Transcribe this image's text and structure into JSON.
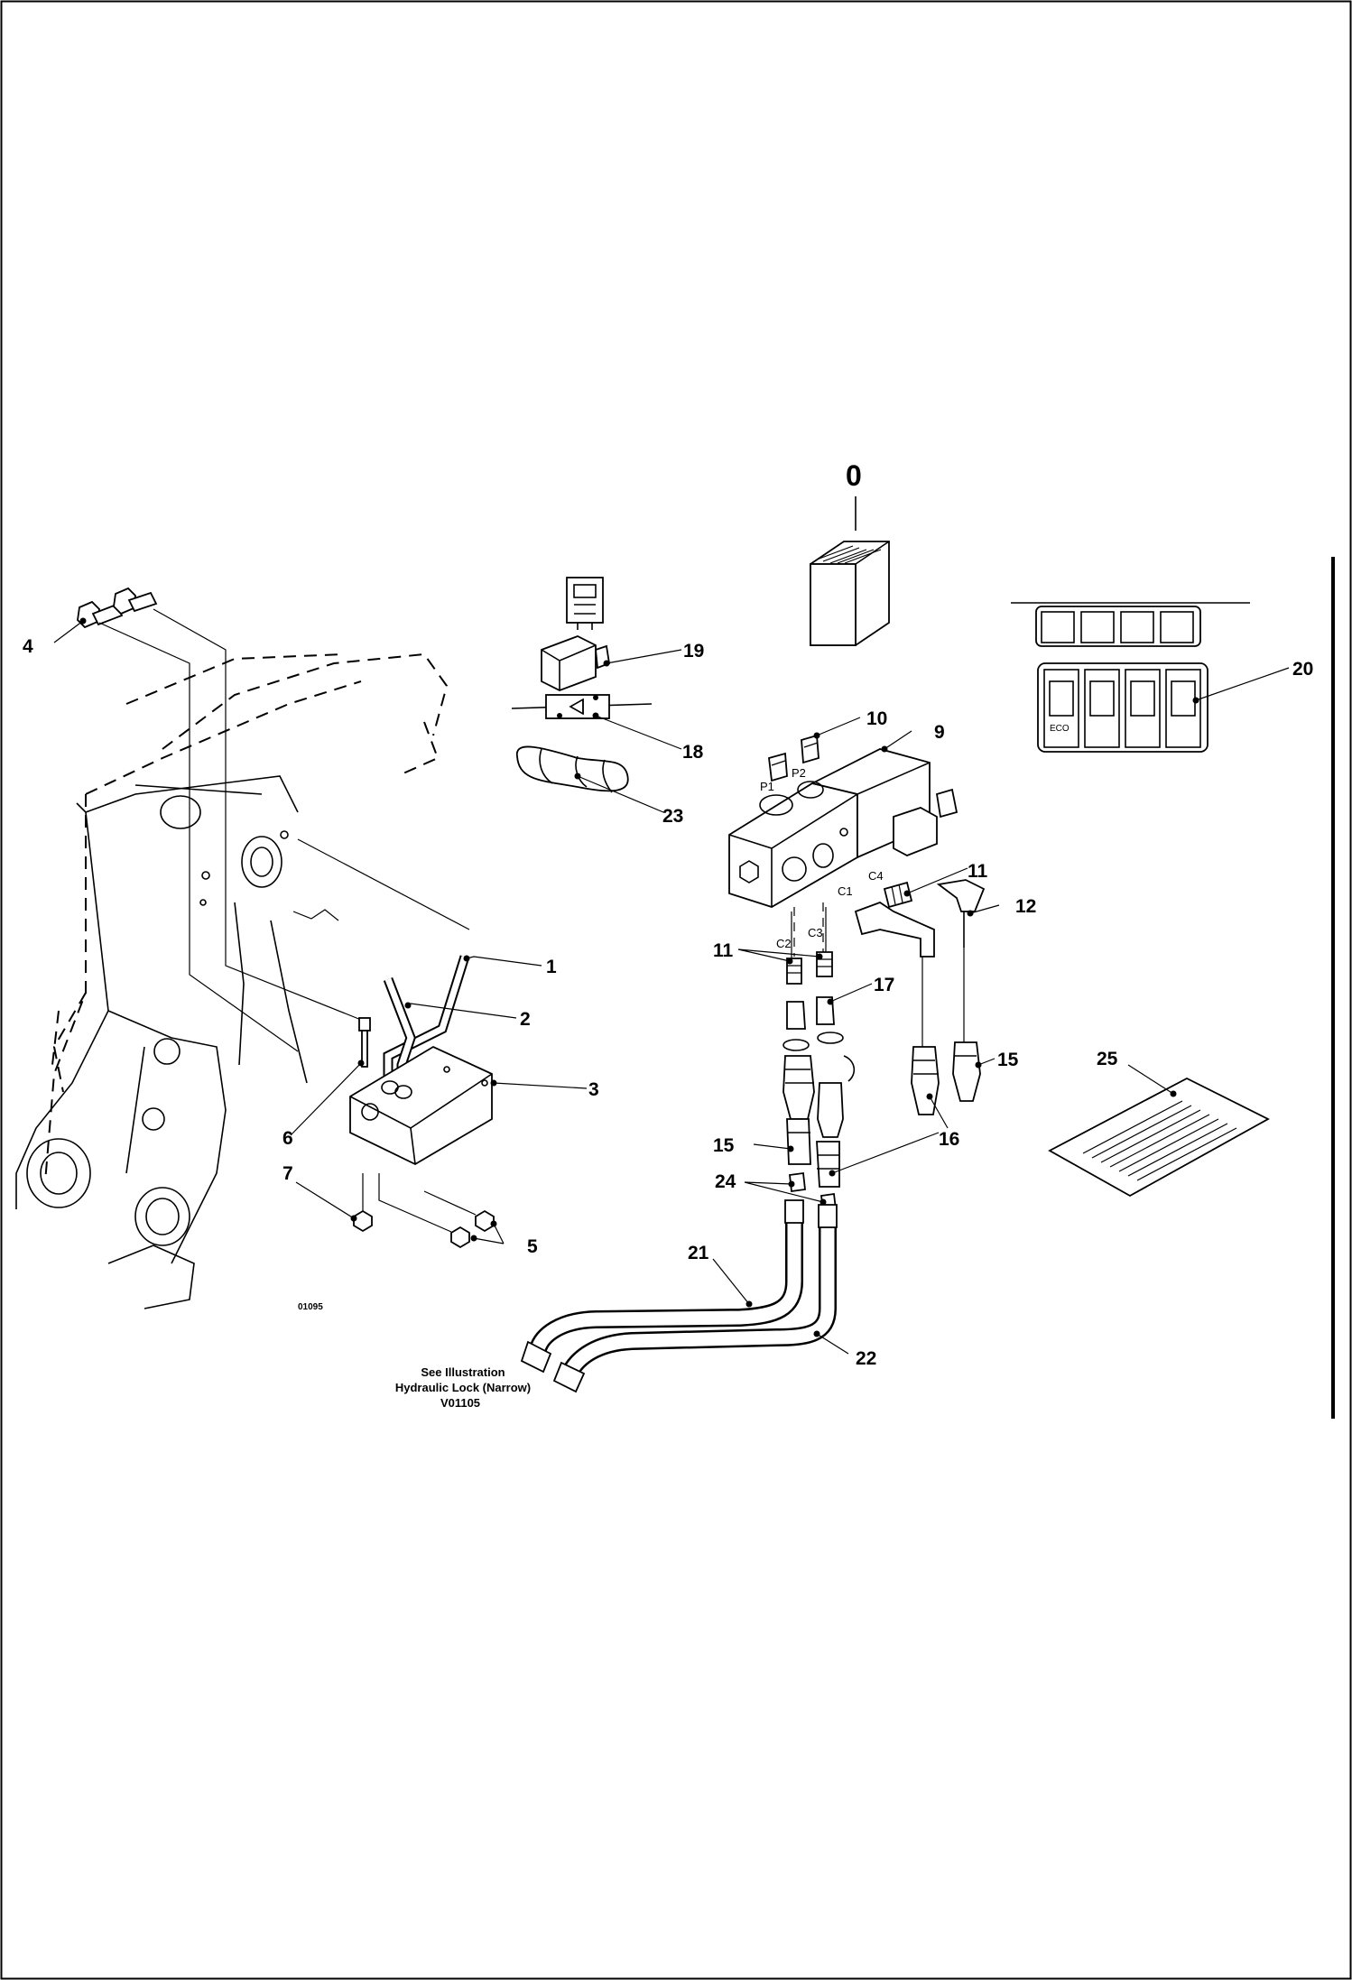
{
  "callouts": {
    "c0": "0",
    "c1": "1",
    "c2": "2",
    "c3": "3",
    "c4": "4",
    "c5": "5",
    "c6": "6",
    "c7": "7",
    "c9": "9",
    "c10": "10",
    "c11a": "11",
    "c11b": "11",
    "c12": "12",
    "c15a": "15",
    "c15b": "15",
    "c16": "16",
    "c17": "17",
    "c18": "18",
    "c19": "19",
    "c20": "20",
    "c21": "21",
    "c22": "22",
    "c23": "23",
    "c24": "24",
    "c25": "25"
  },
  "ports": {
    "p1": "P1",
    "p2": "P2",
    "c1": "C1",
    "c2": "C2",
    "c3": "C3",
    "c4": "C4"
  },
  "switch_labels": {
    "eco": "ECO"
  },
  "figure_code": "01095",
  "reference": {
    "line1": "See Illustration",
    "line2": "Hydraulic Lock (Narrow)",
    "line3": "V01105"
  }
}
